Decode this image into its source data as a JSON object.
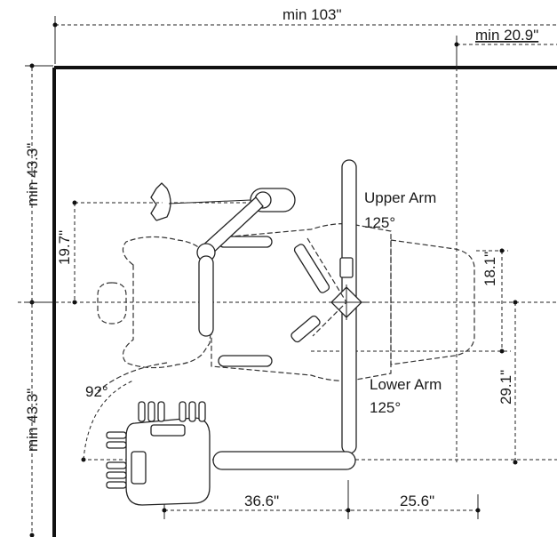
{
  "dimensions": {
    "top_overall": "min 103\"",
    "top_right": "min 20.9\"",
    "left_upper": "min 43.3\"",
    "left_lower": "min 43.3\"",
    "headrest_offset": "19.7\"",
    "right_upper": "18.1\"",
    "right_lower": "29.1\"",
    "bottom_left": "36.6\"",
    "bottom_right": "25.6\""
  },
  "arms": {
    "upper_arm_label": "Upper Arm",
    "upper_arm_angle": "125°",
    "lower_arm_label": "Lower Arm",
    "lower_arm_angle": "125°"
  },
  "delivery_swing_angle": "92°",
  "colors": {
    "line": "#222222",
    "wall": "#111111",
    "background": "#ffffff"
  }
}
